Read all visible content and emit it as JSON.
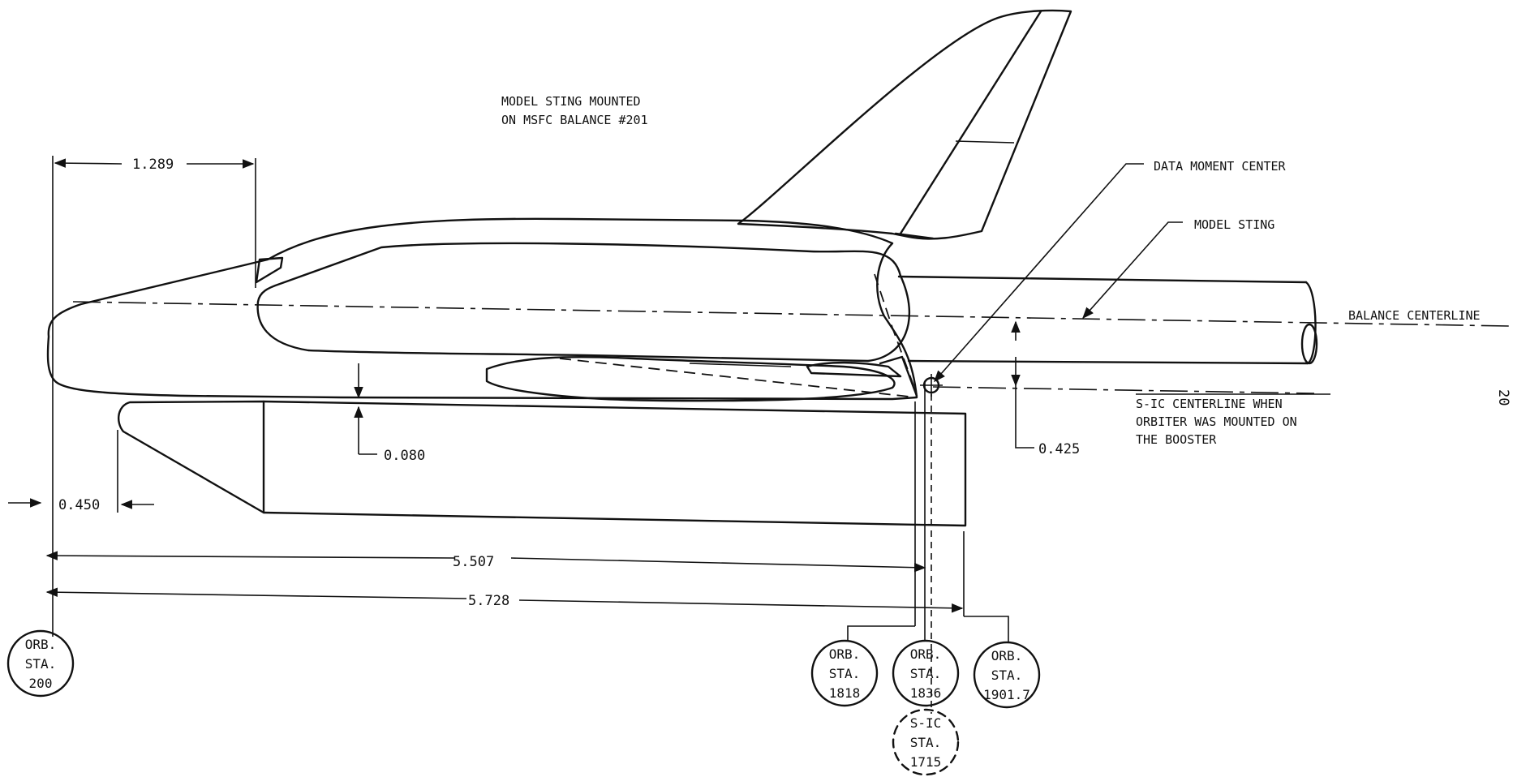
{
  "notes": {
    "sting_mount_line1": "MODEL STING MOUNTED",
    "sting_mount_line2": "ON MSFC BALANCE #201"
  },
  "callouts": {
    "data_moment_center": "DATA MOMENT CENTER",
    "model_sting": "MODEL STING",
    "balance_centerline": "BALANCE CENTERLINE",
    "sic_centerline_line1": "S-IC CENTERLINE WHEN",
    "sic_centerline_line2": "ORBITER WAS MOUNTED ON",
    "sic_centerline_line3": "THE BOOSTER"
  },
  "dimensions": {
    "d1289": "1.289",
    "d0080": "0.080",
    "d0450": "0.450",
    "d0425": "0.425",
    "d5507": "5.507",
    "d5728": "5.728"
  },
  "stations": {
    "orb_200": {
      "l1": "ORB.",
      "l2": "STA.",
      "l3": "200"
    },
    "orb_1818": {
      "l1": "ORB.",
      "l2": "STA.",
      "l3": "1818"
    },
    "orb_1836": {
      "l1": "ORB.",
      "l2": "STA.",
      "l3": "1836"
    },
    "orb_1901": {
      "l1": "ORB.",
      "l2": "STA.",
      "l3": "1901.7"
    },
    "sic_1715": {
      "l1": "S-IC",
      "l2": "STA.",
      "l3": "1715"
    }
  },
  "page_number": "20"
}
